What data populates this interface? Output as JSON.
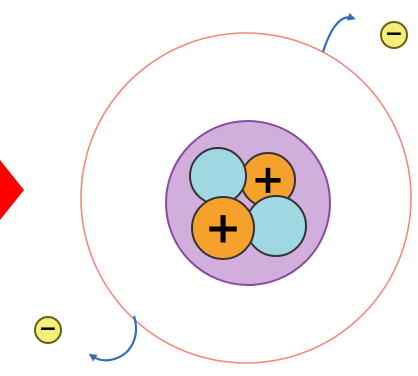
{
  "diagram": {
    "type": "atom-ionization",
    "colors": {
      "background": "#ffffff",
      "arrow_marker": "#ff0000",
      "electron_shell": "#f08a7e",
      "nucleus_fill": "#d2aedc",
      "nucleus_outline": "#8a4aa0",
      "proton_fill": "#f5a12c",
      "neutron_fill": "#9fd8e3",
      "particle_outline": "#333333",
      "electron_fill": "#f4ef7a",
      "electron_outline": "#6b5e14",
      "escape_arrow": "#2f6fb7"
    },
    "nucleus": {
      "protons": [
        {
          "sign": "+"
        },
        {
          "sign": "+"
        }
      ],
      "neutrons": [
        {
          "sign": ""
        },
        {
          "sign": ""
        }
      ]
    },
    "electrons": [
      {
        "name": "electron-escaping-top-right",
        "sign": "−"
      },
      {
        "name": "electron-escaping-bottom-left",
        "sign": "−"
      }
    ],
    "icons": {
      "incoming": "red-arrow-icon",
      "escape": "curved-arrow-icon"
    }
  }
}
